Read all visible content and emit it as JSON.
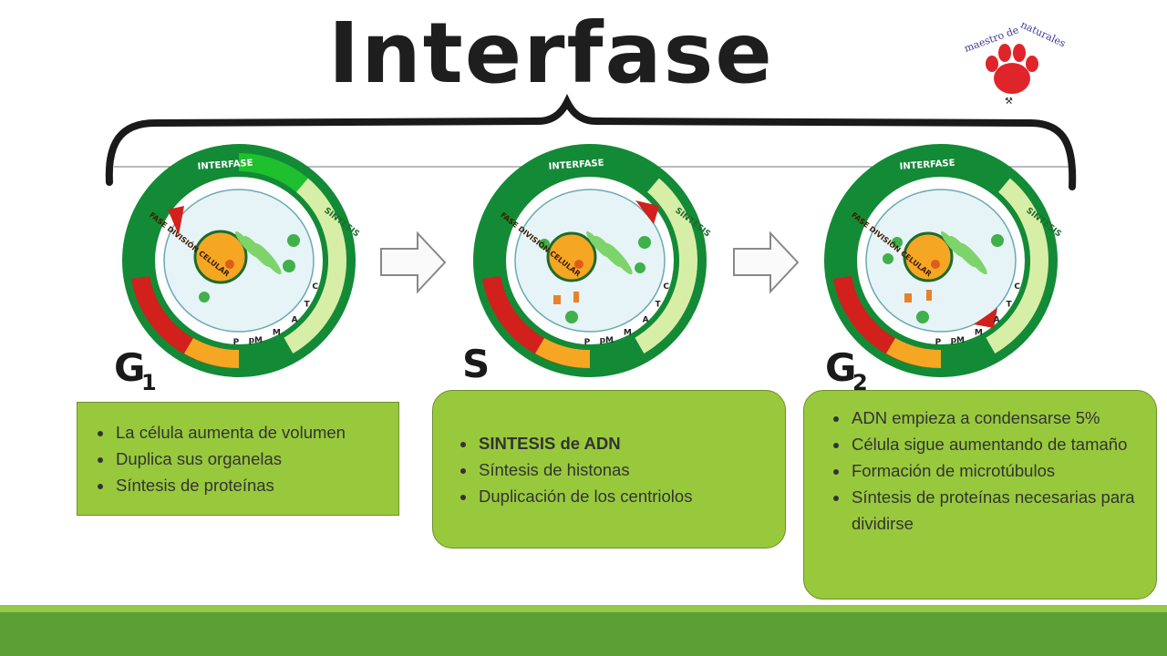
{
  "title": "Interfase",
  "logo": {
    "text_top": "maestro de naturales",
    "icon": "paw-print-icon"
  },
  "cells": [
    {
      "phase_label": "G",
      "phase_sub": "1",
      "ring_top": "INTERFASE",
      "ring_right": "SINTESIS",
      "ring_bottom": "FASE DIVISIÓN CELULAR",
      "stages": [
        "C",
        "T",
        "A",
        "M",
        "pM",
        "P"
      ]
    },
    {
      "phase_label": "S",
      "phase_sub": "",
      "ring_top": "INTERFASE",
      "ring_right": "SINTESIS",
      "ring_bottom": "FASE DIVISIÓN CELULAR",
      "stages": [
        "C",
        "T",
        "A",
        "M",
        "pM",
        "P"
      ]
    },
    {
      "phase_label": "G",
      "phase_sub": "2",
      "ring_top": "INTERFASE",
      "ring_right": "SINTESIS",
      "ring_bottom": "FASE DIVISIÓN CELULAR",
      "stages": [
        "C",
        "T",
        "A",
        "M",
        "pM",
        "P"
      ]
    }
  ],
  "boxes": [
    {
      "items": [
        "La célula aumenta de volumen",
        "Duplica sus organelas",
        "Síntesis de proteínas"
      ]
    },
    {
      "items": [
        "SINTESIS  de ADN",
        "Síntesis de histonas",
        "Duplicación de los centriolos"
      ]
    },
    {
      "items": [
        "ADN empieza a condensarse 5%",
        "Célula sigue aumentando de tamaño",
        "Formación de microtúbulos",
        "Síntesis de proteínas necesarias para dividirse"
      ]
    }
  ],
  "colors": {
    "ring_dark": "#138a36",
    "ring_bright": "#1fc02e",
    "ring_light": "#d7eea6",
    "ring_red": "#d2201c",
    "nucleus": "#f5a623",
    "box_green": "#98c93c",
    "footer": "#5ca033"
  }
}
